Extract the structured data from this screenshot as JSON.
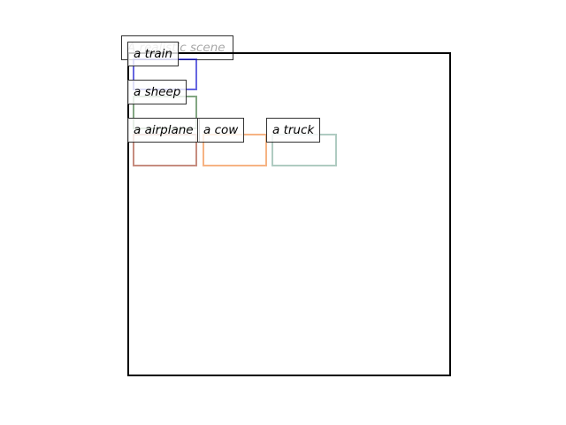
{
  "caption": "A realistic scene",
  "objects": [
    {
      "label": "a train",
      "color": "#0000cc"
    },
    {
      "label": "a sheep",
      "color": "#2e6b2e"
    },
    {
      "label": "a airplane",
      "color": "#a0402a"
    },
    {
      "label": "a cow",
      "color": "#f08030"
    },
    {
      "label": "a truck",
      "color": "#7aa898"
    }
  ],
  "colors": {
    "frame": "#000000",
    "background": "#ffffff"
  }
}
